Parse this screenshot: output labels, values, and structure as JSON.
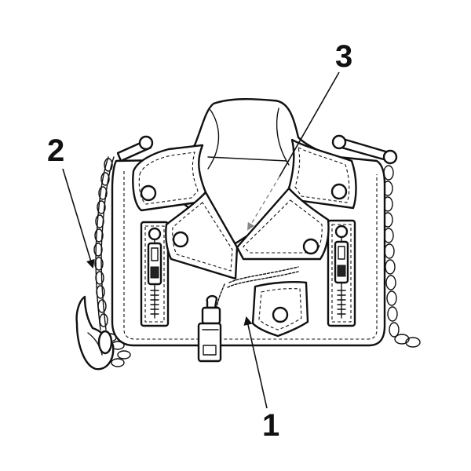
{
  "callouts": [
    {
      "label": "1"
    },
    {
      "label": "2"
    },
    {
      "label": "3"
    }
  ],
  "colors": {
    "ink": "#111111",
    "fill": "#ffffff",
    "dashed_leader": "#888888"
  }
}
